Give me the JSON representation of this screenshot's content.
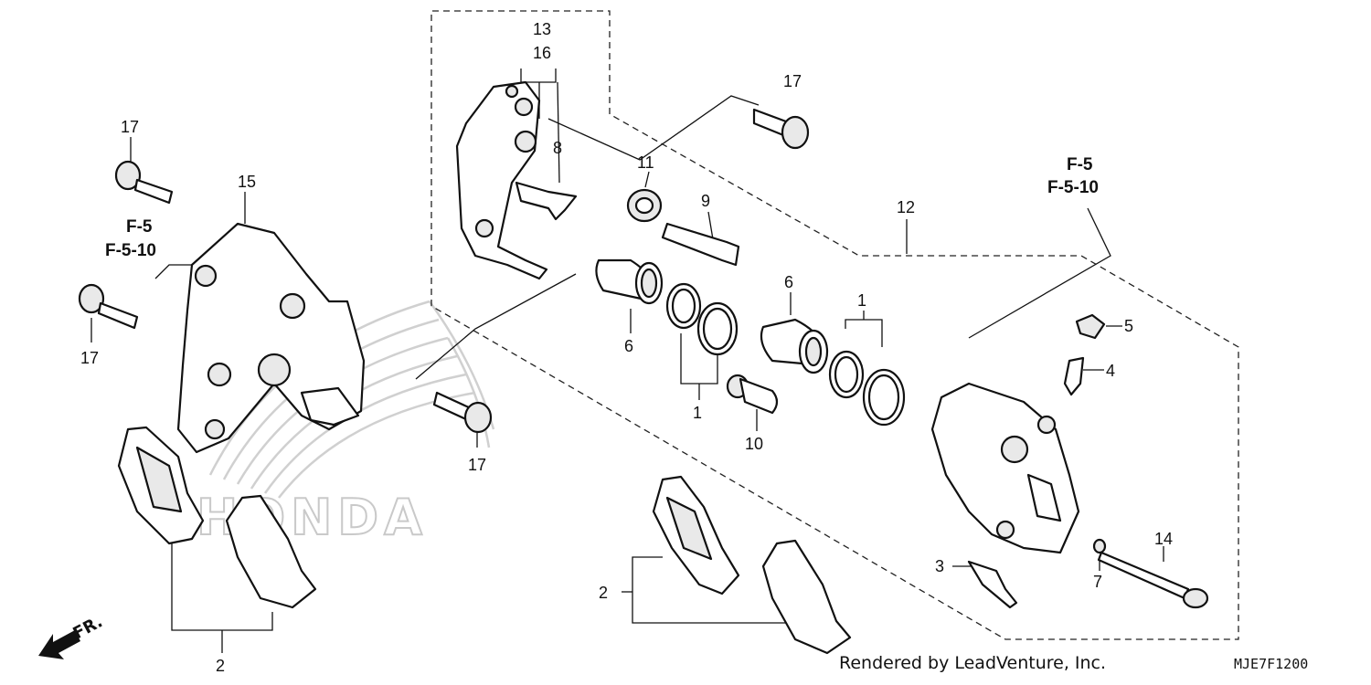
{
  "callouts": {
    "c13": "13",
    "c16": "16",
    "c8": "8",
    "c11": "11",
    "c9": "9",
    "c17a": "17",
    "c12": "12",
    "c15": "15",
    "c17b": "17",
    "c17c": "17",
    "c17d": "17",
    "c6a": "6",
    "c6b": "6",
    "c1a": "1",
    "c1b": "1",
    "c10": "10",
    "c5": "5",
    "c4": "4",
    "c3": "3",
    "c7": "7",
    "c14": "14",
    "c2a": "2",
    "c2b": "2"
  },
  "references": {
    "left_top": "F-5",
    "left_bottom": "F-5-10",
    "right_top": "F-5",
    "right_bottom": "F-5-10"
  },
  "watermark": "HONDA",
  "direction": "FR.",
  "footer": {
    "rendered_by": "Rendered by LeadVenture, Inc.",
    "diagram_code": "MJE7F1200"
  }
}
